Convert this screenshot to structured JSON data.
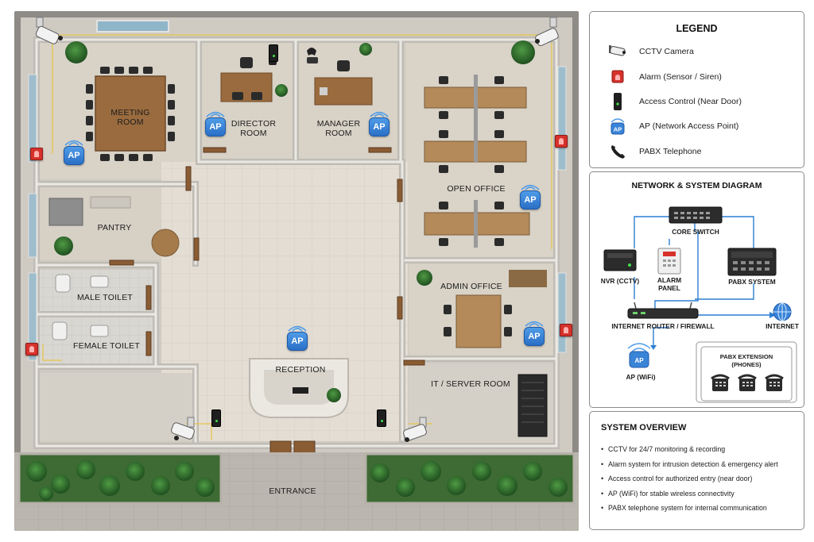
{
  "floor_plan": {
    "rooms": {
      "meeting_room": "MEETING ROOM",
      "director_room": "DIRECTOR ROOM",
      "manager_room": "MANAGER ROOM",
      "open_office": "OPEN OFFICE",
      "pantry": "PANTRY",
      "male_toilet": "MALE TOILET",
      "female_toilet": "FEMALE TOILET",
      "reception": "RECEPTION",
      "admin_office": "ADMIN OFFICE",
      "it_server_room": "IT / SERVER ROOM",
      "entrance": "ENTRANCE"
    },
    "ap_label": "AP",
    "colors": {
      "floor": "#ddd6cb",
      "wall": "#c9c6c0",
      "wood": "#a0764a",
      "grass": "#2f6b30",
      "pavement": "#b9b4ad",
      "cable": "#e6c64a"
    }
  },
  "legend": {
    "title": "LEGEND",
    "items": [
      {
        "icon": "cctv-camera-icon",
        "label": "CCTV Camera"
      },
      {
        "icon": "alarm-icon",
        "label": "Alarm (Sensor / Siren)"
      },
      {
        "icon": "access-control-icon",
        "label": "Access Control (Near Door)"
      },
      {
        "icon": "ap-icon",
        "label": "AP (Network Access Point)"
      },
      {
        "icon": "telephone-icon",
        "label": "PABX Telephone"
      }
    ]
  },
  "network": {
    "title": "NETWORK & SYSTEM DIAGRAM",
    "nodes": {
      "core_switch": "CORE SWITCH",
      "nvr": "NVR (CCTV)",
      "alarm_panel": "ALARM PANEL",
      "pabx_system": "PABX SYSTEM",
      "router": "INTERNET ROUTER / FIREWALL",
      "internet": "INTERNET",
      "ap_wifi": "AP (WiFi)",
      "pabx_extension": "PABX EXTENSION (PHONES)"
    },
    "line_color": "#2d7fd3"
  },
  "overview": {
    "title": "SYSTEM OVERVIEW",
    "items": [
      "CCTV for 24/7 monitoring & recording",
      "Alarm system for intrusion detection & emergency alert",
      "Access control for authorized entry (near door)",
      "AP (WiFi) for stable wireless connectivity",
      "PABX telephone system for internal communication"
    ]
  }
}
